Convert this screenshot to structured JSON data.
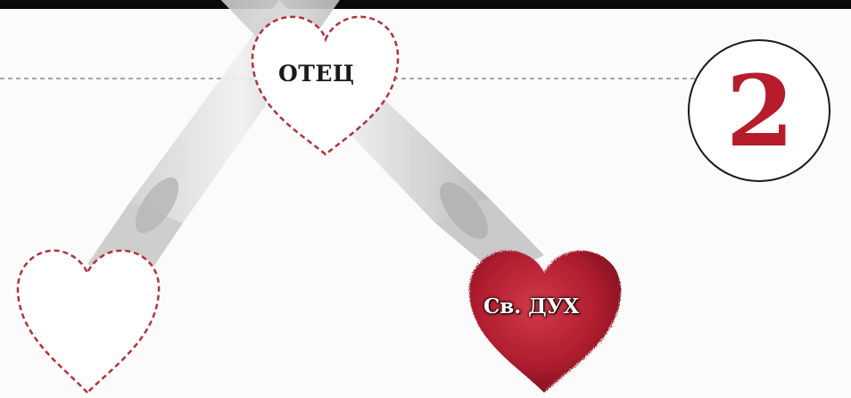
{
  "hearts": {
    "father_label": "ОТЕЦ",
    "spirit_label": "Св. ДУХ"
  },
  "badge": {
    "number": "2"
  },
  "colors": {
    "accent_red": "#b71c2a",
    "dashed_outline": "#b2323c",
    "guide_line": "#8a8a8a",
    "top_bar": "#0a0a0a"
  }
}
